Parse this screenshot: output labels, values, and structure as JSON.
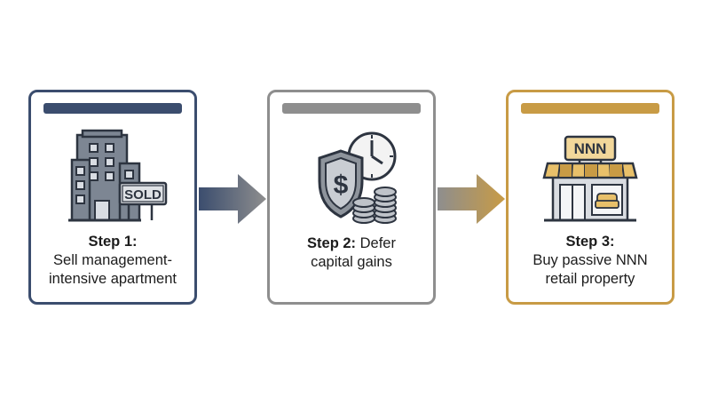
{
  "colors": {
    "step1": "#3b4d6e",
    "step2": "#8e8e8e",
    "step3": "#c89b45"
  },
  "steps": [
    {
      "label": "Step 1:",
      "text_lines": [
        "Sell management-",
        "intensive apartment"
      ],
      "icon": "apartment-building-sold-icon",
      "sign_text": "SOLD"
    },
    {
      "label": "Step 2:",
      "label_suffix": " Defer",
      "text_lines": [
        "capital gains"
      ],
      "icon": "shield-dollar-clock-coins-icon"
    },
    {
      "label": "Step 3:",
      "text_lines": [
        "Buy passive NNN",
        "retail property"
      ],
      "icon": "retail-storefront-icon",
      "sign_text": "NNN"
    }
  ]
}
